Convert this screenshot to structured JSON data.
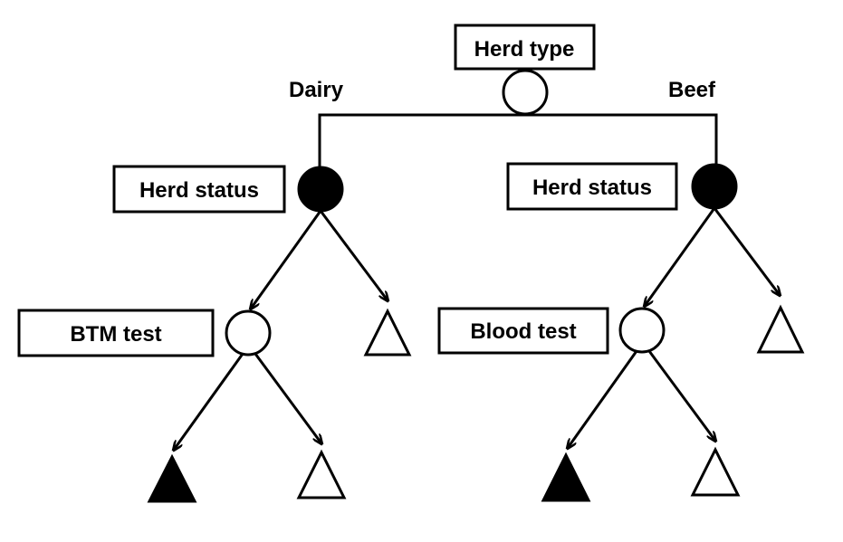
{
  "root": {
    "label": "Herd type",
    "branch_left": "Dairy",
    "branch_right": "Beef"
  },
  "left": {
    "status_label": "Herd status",
    "test_label": "BTM test"
  },
  "right": {
    "status_label": "Herd status",
    "test_label": "Blood test"
  }
}
